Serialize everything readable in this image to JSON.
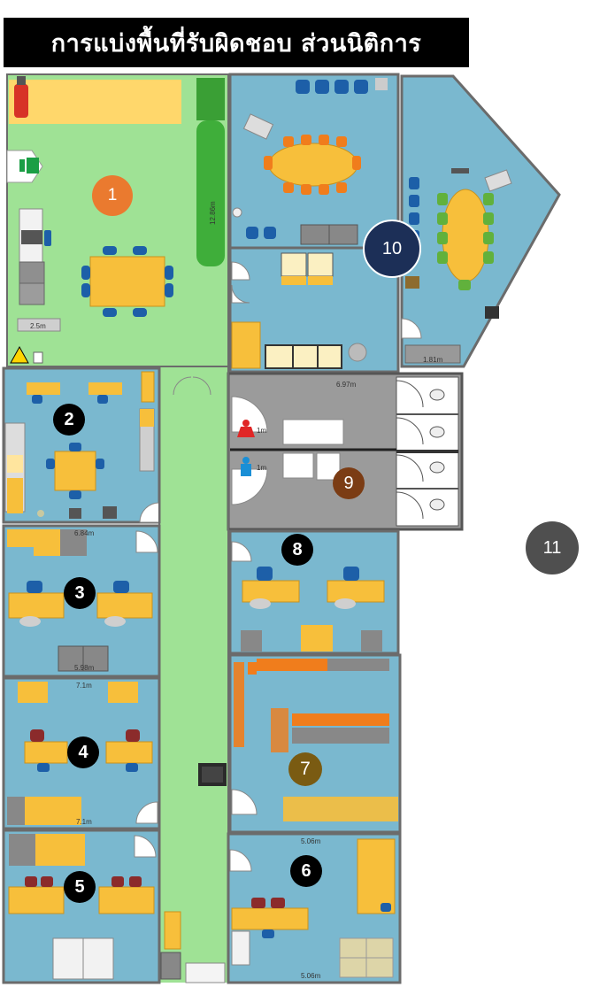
{
  "title": "การแบ่งพื้นที่รับผิดชอบ ส่วนนิติการ",
  "zones": [
    {
      "id": "1",
      "label": "1",
      "style": "orange"
    },
    {
      "id": "2",
      "label": "2",
      "style": "black"
    },
    {
      "id": "3",
      "label": "3",
      "style": "black"
    },
    {
      "id": "4",
      "label": "4",
      "style": "black"
    },
    {
      "id": "5",
      "label": "5",
      "style": "black"
    },
    {
      "id": "6",
      "label": "6",
      "style": "black"
    },
    {
      "id": "7",
      "label": "7",
      "style": "olive"
    },
    {
      "id": "8",
      "label": "8",
      "style": "black"
    },
    {
      "id": "9",
      "label": "9",
      "style": "brown"
    },
    {
      "id": "10",
      "label": "10",
      "style": "navy"
    },
    {
      "id": "11",
      "label": "11",
      "style": "gray"
    }
  ],
  "dimensions": {
    "d1": "2.5m",
    "d2": "1.81m",
    "d3": "6.97m",
    "d4": "6.84m",
    "d5": "5.98m",
    "d6": "7.1m",
    "d7": "7.1m",
    "d8": "5.06m",
    "d9": "5.06m",
    "d10": "12.86m",
    "d11": "1m",
    "d12": "1m"
  },
  "colors": {
    "corridor": "#9fe295",
    "room": "#7ab8cf",
    "wall": "#6b6b6b",
    "desk": "#f7bf3b",
    "chair_blue": "#1d5fa8",
    "chair_orange": "#f07d1c",
    "chair_green": "#61b13c",
    "chair_red": "#8b2b2b",
    "restroom": "#9b9b9b",
    "green_block": "#3fae3a",
    "sofa": "#fbf0c2"
  }
}
